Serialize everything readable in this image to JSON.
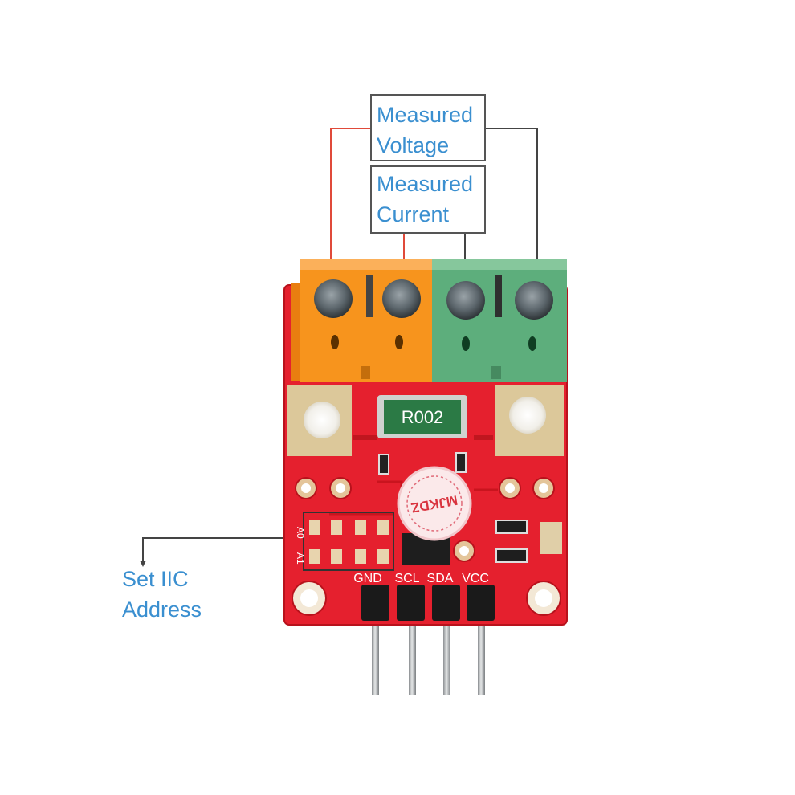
{
  "labels": {
    "voltage": [
      "Measured",
      "Voltage"
    ],
    "current": [
      "Measured",
      "Current"
    ],
    "address": [
      "Set IIC",
      "Address"
    ]
  },
  "resistor_marking": "R002",
  "chip_logo": "MJKDZ",
  "pins": [
    "GND",
    "SCL",
    "SDA",
    "VCC"
  ],
  "address_jumpers": [
    "A0",
    "A1"
  ],
  "colors": {
    "label_text": "#3a8fd0",
    "pcb": "#e5202e",
    "terminal_orange": "#f7941d",
    "terminal_green": "#5dae7c",
    "wire_red": "#e04a3a",
    "wire_dark": "#444444"
  }
}
